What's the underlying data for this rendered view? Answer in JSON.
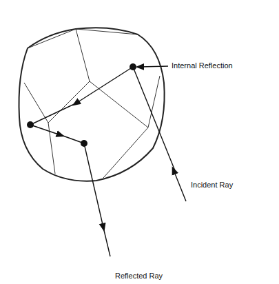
{
  "diagram": {
    "labels": [
      "Internal Reflection",
      "Incident Ray",
      "Reflected Ray"
    ]
  }
}
